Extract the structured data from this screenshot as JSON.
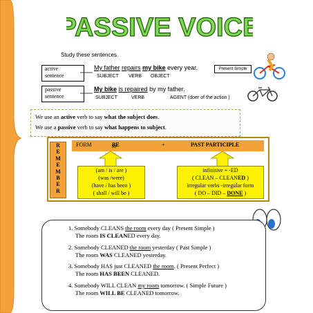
{
  "title": "PASSIVE VOICE",
  "intro": "Study these  sentences.",
  "active": {
    "label_1": "active",
    "label_2": "sentence",
    "s1": "My father",
    "s2": "repairs",
    "s3": "my bike",
    "s4": "every year.",
    "subject": "SUBJECT",
    "verb": "VERB",
    "object": "OBJECT",
    "tense_box": "Present Simple"
  },
  "passive": {
    "label_1": "passive",
    "label_2": "sentence",
    "s1": "My bike",
    "s2": "is repaired",
    "s3": "by my father.",
    "subject": "SUBJECT",
    "verb": "VERB",
    "agent": "AGENT (doer of the action )"
  },
  "rules": {
    "line1_a": "We use an ",
    "line1_b": "active",
    "line1_c": " verb to say ",
    "line1_d": "what the subject does",
    "line1_e": ".",
    "line2_a": "We use a ",
    "line2_b": "passive",
    "line2_c": " verb to say ",
    "line2_d": "what happens to subject",
    "line2_e": "."
  },
  "remember": [
    "R",
    "E",
    "M",
    "E",
    "M",
    "B",
    "E",
    "R"
  ],
  "formula": {
    "form": "FORM",
    "to": "to",
    "be": "BE",
    "plus": "+",
    "pp": "PAST   PARTICIPLE"
  },
  "be_forms": [
    "(am / is / are )",
    "(was /were)",
    "(have / has been )",
    "( shall / will be )"
  ],
  "pp_forms": {
    "l1": "infinitive + -ED",
    "l2a": "( CLEAN – CLEAN",
    "l2b": "ED",
    "l2c": " )",
    "l3": "irregular verbs -irregular form",
    "l4a": "( DO – DID – ",
    "l4b": "DONE",
    "l4c": " )"
  },
  "examples": [
    {
      "n": "1. Somebody  CLEANS   ",
      "u": "the room",
      "r": " every day ( Present Simple )",
      "p1": "The room ",
      "pb": "IS CLEAN",
      "pe": "ED",
      "p2": " every day."
    },
    {
      "n": "2. Somebody CLEANED  ",
      "u": "the room",
      "r": " yesterday ( Past Simple )",
      "p1": "The room ",
      "pb": "WAS",
      "pe": " CLEANED",
      "p2": "  yesterday."
    },
    {
      "n": "3. Somebody HAS just CLEANED  ",
      "u": "the room",
      "r": ".  ( Present Perfect )",
      "p1": "The room  ",
      "pb": "HAS BEEN",
      "pe": " CLEANED",
      "p2": "."
    },
    {
      "n": "4. Somebody  WILL CLEAN ",
      "u": "my room",
      "r": " tomorrow. ( Simple Future )",
      "p1": "The room ",
      "pb": "WILL BE",
      "pe": " CLEANED",
      "p2": "  tomorrow."
    }
  ],
  "colors": {
    "title_fill": "#7ed957",
    "orange": "#f3a23a",
    "yellow": "#fff200"
  }
}
